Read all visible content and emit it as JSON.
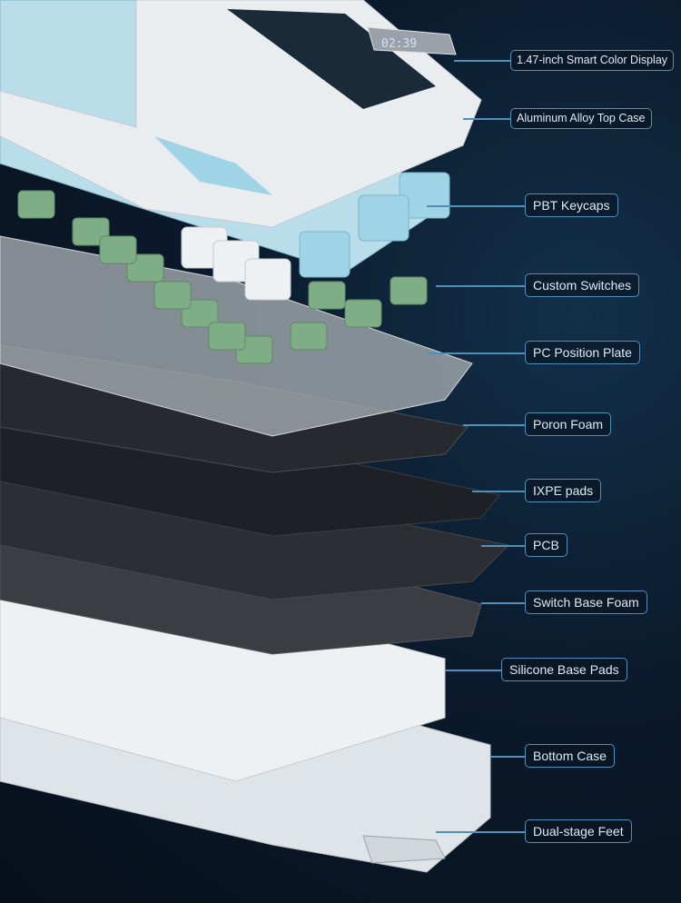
{
  "display_time": "02:39",
  "labels": [
    "1.47-inch Smart Color Display",
    "Aluminum Alloy Top Case",
    "PBT Keycaps",
    "Custom Switches",
    "PC Position Plate",
    "Poron Foam",
    "IXPE pads",
    "PCB",
    "Switch Base Foam",
    "Silicone Base Pads",
    "Bottom Case",
    "Dual-stage Feet"
  ],
  "colors": {
    "accent": "#4f8fb8",
    "keycap_blue": "#9fd3e6",
    "switch_green": "#7fae86",
    "case_white": "#e9edf0"
  }
}
